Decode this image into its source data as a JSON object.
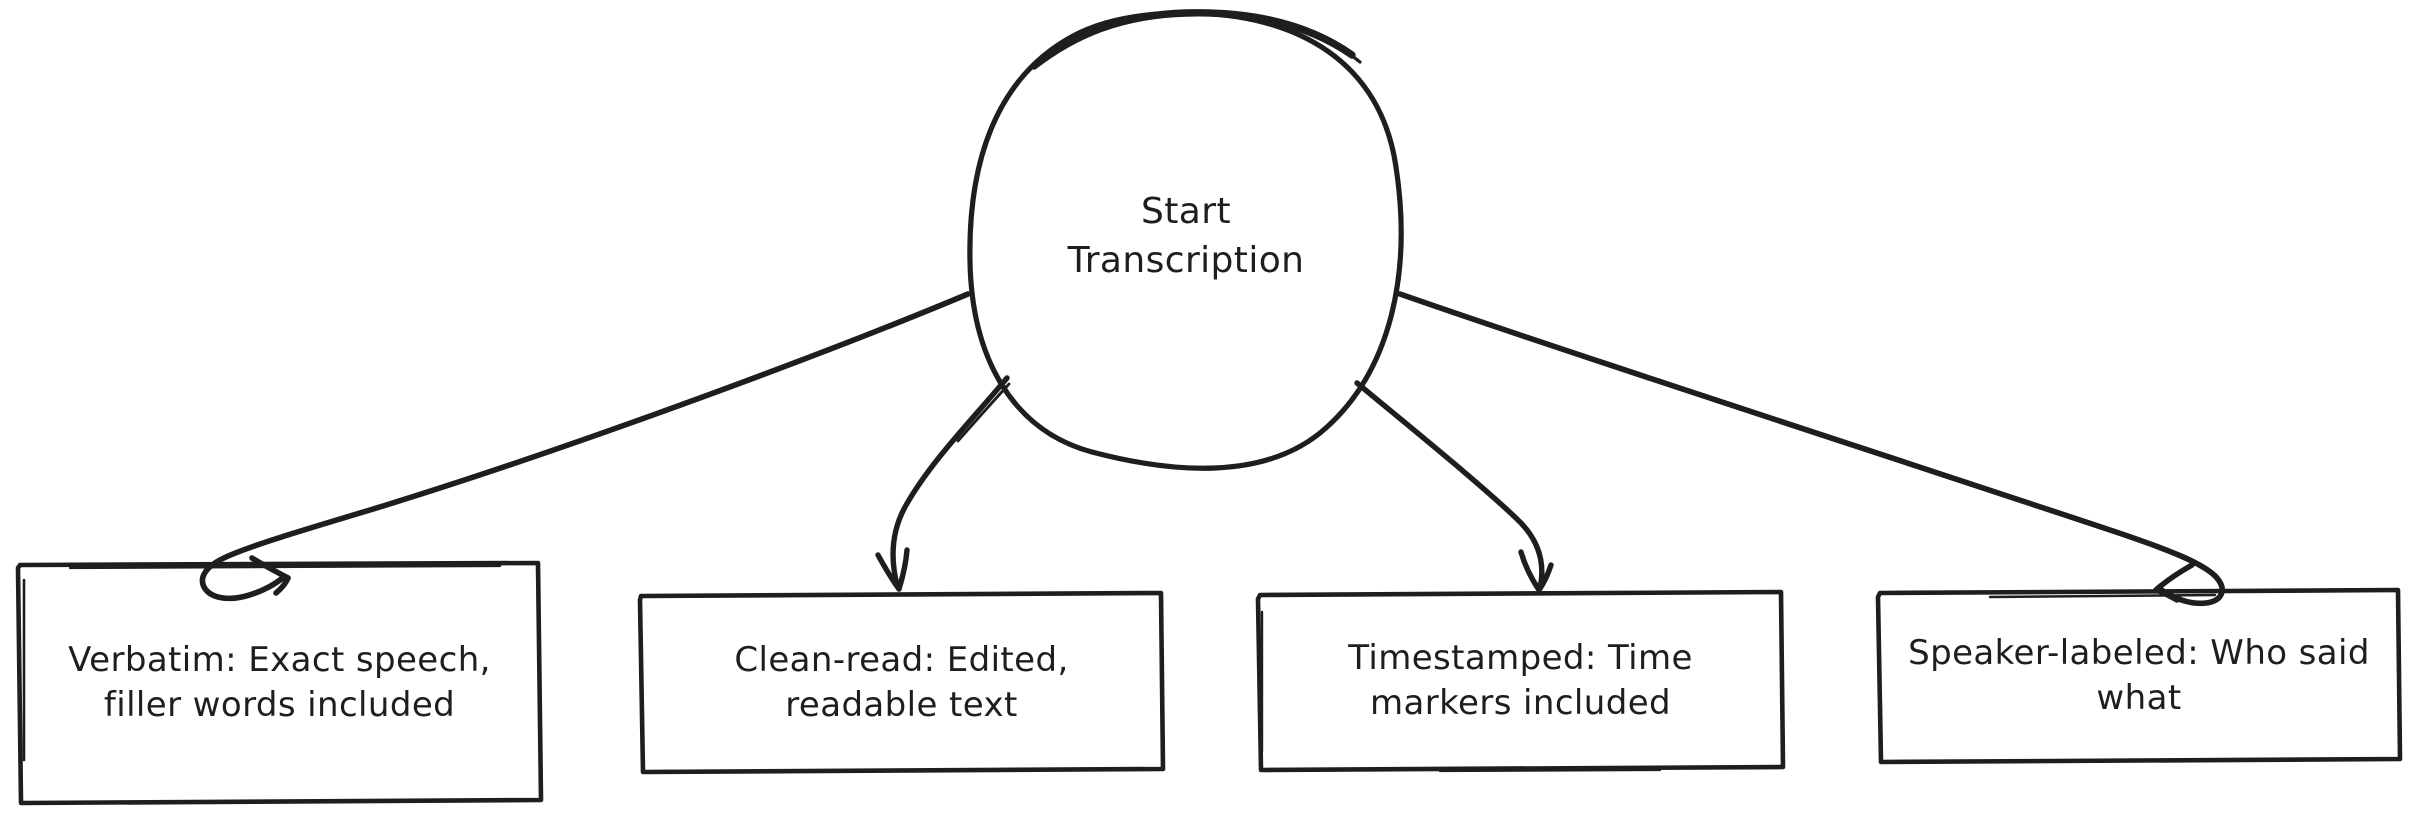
{
  "diagram": {
    "type": "flowchart",
    "style": "hand-drawn-sketch",
    "background_color": "#ffffff",
    "stroke_color": "#1e1e1e",
    "text_color": "#1e1e1e",
    "start_node": {
      "shape": "circle",
      "label": "Start\nTranscription",
      "line1": "Start",
      "line2": "Transcription"
    },
    "branches": [
      {
        "id": "verbatim",
        "shape": "rectangle",
        "label": "Verbatim: Exact speech,\nfiller words included",
        "line1": "Verbatim: Exact speech,",
        "line2": "filler words included"
      },
      {
        "id": "clean-read",
        "shape": "rectangle",
        "label": "Clean-read: Edited,\nreadable text",
        "line1": "Clean-read: Edited,",
        "line2": "readable text"
      },
      {
        "id": "timestamped",
        "shape": "rectangle",
        "label": "Timestamped: Time\nmarkers included",
        "line1": "Timestamped: Time",
        "line2": "markers included"
      },
      {
        "id": "speaker-labeled",
        "shape": "rectangle",
        "label": "Speaker-labeled: Who said\nwhat",
        "line1": "Speaker-labeled: Who said",
        "line2": "what"
      }
    ],
    "edges": [
      {
        "from": "Start Transcription",
        "to": "Verbatim: Exact speech, filler words included",
        "arrowhead": "curved"
      },
      {
        "from": "Start Transcription",
        "to": "Clean-read: Edited, readable text",
        "arrowhead": "curved"
      },
      {
        "from": "Start Transcription",
        "to": "Timestamped: Time markers included",
        "arrowhead": "curved"
      },
      {
        "from": "Start Transcription",
        "to": "Speaker-labeled: Who said what",
        "arrowhead": "curved"
      }
    ]
  }
}
